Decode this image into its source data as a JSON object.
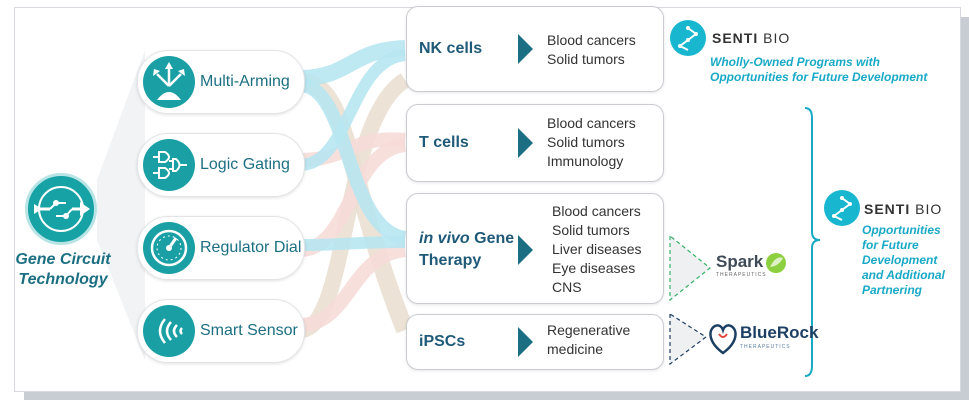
{
  "hub": {
    "label_line1": "Gene Circuit",
    "label_line2": "Technology",
    "icon": "gene-circuit-icon"
  },
  "technologies": [
    {
      "label": "Multi-Arming",
      "icon": "multi-arming-icon"
    },
    {
      "label": "Logic Gating",
      "icon": "logic-gate-icon"
    },
    {
      "label": "Regulator Dial",
      "icon": "regulator-dial-icon"
    },
    {
      "label": "Smart Sensor",
      "icon": "smart-sensor-icon"
    }
  ],
  "programs": [
    {
      "name": "NK cells",
      "indications": [
        "Blood cancers",
        "Solid tumors"
      ]
    },
    {
      "name": "T cells",
      "indications": [
        "Blood cancers",
        "Solid tumors",
        "Immunology"
      ]
    },
    {
      "name_italic": "in vivo",
      "name_rest": " Gene",
      "name_line2": "Therapy",
      "indications": [
        "Blood cancers",
        "Solid tumors",
        "Liver diseases",
        "Eye diseases",
        "CNS"
      ]
    },
    {
      "name": "iPSCs",
      "indications": [
        "Regenerative",
        "medicine"
      ]
    }
  ],
  "senti_top": {
    "brand_a": "SENTI",
    "brand_b": " BIO",
    "caption_line1": "Wholly-Owned Programs with",
    "caption_line2": "Opportunities  for Future Development"
  },
  "senti_right": {
    "brand_a": "SENTI",
    "brand_b": " BIO",
    "caption": [
      "Opportunities",
      "for Future",
      "Development",
      "and Additional",
      "Partnering"
    ]
  },
  "partners": [
    {
      "name": "Spark",
      "sub": "THERAPEUTICS",
      "icon": "spark-leaf-icon"
    },
    {
      "name": "BlueRock",
      "sub": "THERAPEUTICS",
      "icon": "bluerock-heart-icon"
    }
  ],
  "colors": {
    "teal": "#1aa0a4",
    "navy": "#1c6f82",
    "senti_blue": "#19a9c6",
    "flow_blue": "#b7e6f1",
    "flow_pink": "#f6dcd8",
    "flow_tan": "#eadfd1"
  }
}
